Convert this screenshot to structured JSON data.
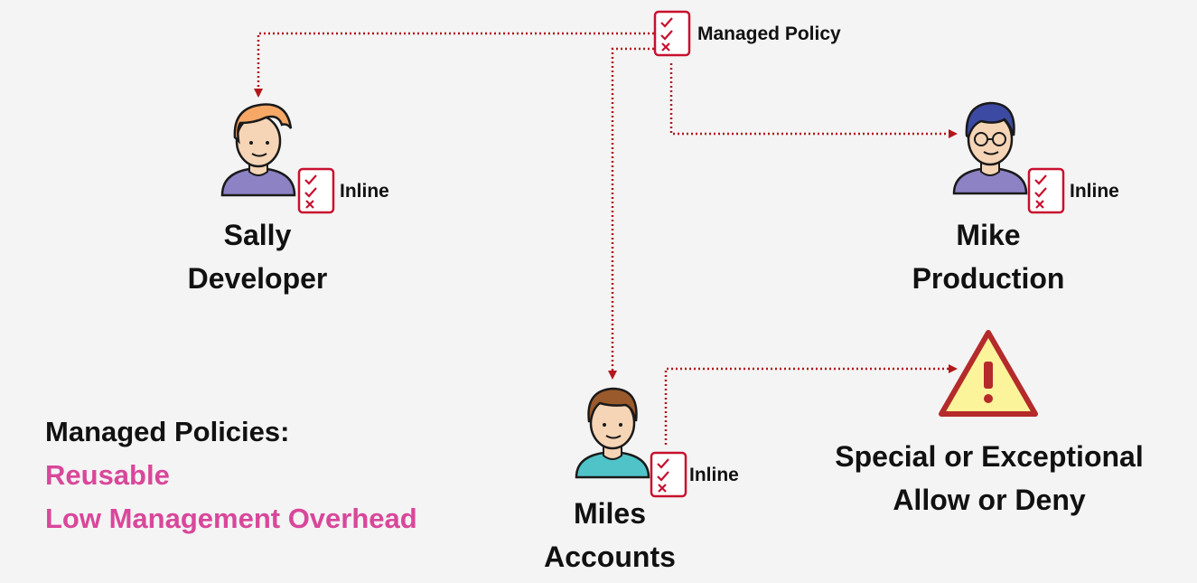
{
  "managed_policy_label": "Managed Policy",
  "people": [
    {
      "id": "sally",
      "first": "Sally",
      "last": "Developer",
      "policy_label": "Inline"
    },
    {
      "id": "mike",
      "first": "Mike",
      "last": "Production",
      "policy_label": "Inline"
    },
    {
      "id": "miles",
      "first": "Miles",
      "last": "Accounts",
      "policy_label": "Inline"
    }
  ],
  "special": {
    "line1": "Special or Exceptional",
    "line2": "Allow or Deny"
  },
  "legend": {
    "title": "Managed Policies:",
    "items": [
      "Reusable",
      "Low Management Overhead"
    ]
  },
  "colors": {
    "connector": "#b3161b",
    "policy_doc": "#c8102e",
    "legend_accent": "#d9479a",
    "warning_fill": "#fbf49b",
    "warning_stroke": "#b52a2a"
  },
  "icons": [
    "checklist-icon",
    "person-avatar-icon",
    "warning-triangle-icon"
  ]
}
